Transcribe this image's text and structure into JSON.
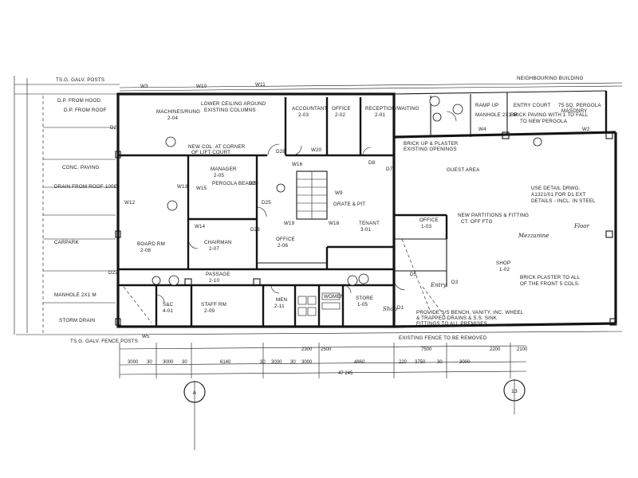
{
  "title_block": {
    "grid_a": "A",
    "grid_13": "13",
    "overall_dimension": "47 245"
  },
  "rooms": {
    "machines": "MACHINES/RUNG",
    "machines_no": "2-04",
    "accountant": "ACCOUNTANT",
    "accountant_no": "2-03",
    "office_a": "OFFICE",
    "office_a_no": "2-02",
    "reception": "RECEPTION/WAITING",
    "reception_no": "2-01",
    "manager": "MANAGER",
    "manager_no": "2-05",
    "board": "BOARD RM",
    "board_no": "2-08",
    "chairman": "CHAIRMAN",
    "chairman_no": "2-07",
    "office_b": "OFFICE",
    "office_b_no": "2-06",
    "passage": "PASSAGE",
    "passage_no": "2-10",
    "staff": "STAFF RM",
    "staff_no": "2-09",
    "src": "S&C",
    "src_no": "4-01",
    "men": "MEN",
    "men_no": "2-11",
    "women": "WOMEN",
    "store": "STORE",
    "store_no": "1-05",
    "tenant": "TENANT",
    "tenant_no": "3-01",
    "office_c": "OFFICE",
    "office_c_no": "1-03",
    "shop": "SHOP",
    "shop_no": "1-02",
    "guest": "GUEST AREA",
    "entry": "ENTRY COURT",
    "carpark": "CARPARK",
    "ramp": "RAMP UP"
  },
  "notes": {
    "ts_top": "TS.G. GALV. POSTS",
    "dr_from_hood": "D.P. FROM HOOD",
    "dr_new": "D.P. FROM ROOF",
    "lower_ceiling": "LOWER CEILING AROUND",
    "lower_ceiling_2": "EXISTING COLUMNS",
    "new_col": "NEW COL. AT CORNER",
    "new_col_2": "OF LIFT COURT",
    "conc_paving": "CONC. PAVING",
    "drain": "DRAIN FROM ROOF 100Ø",
    "pergola": "PERGOLA BEAMS",
    "grate": "GRATE & PIT",
    "new_partitions": "NEW PARTITIONS & FITTING",
    "new_partitions_2": "CT. OFF FTG",
    "detail": "USE DETAIL DRWG.",
    "detail_2": "A1321/01 FOR D1 EXT",
    "detail_3": "DETAILS - INCL. IN STEEL",
    "brick_plaster": "BRICK PLASTER TO ALL",
    "brick_plaster_2": "OF THE FRONT 5 COLS.",
    "storm_drain": "STORM DRAIN",
    "manhole": "MANHOLE 2X1 M",
    "ts_bottom": "TS.G. GALV. FENCE POSTS",
    "existing_bottom": "EXISTING FENCE TO BE REMOVED",
    "neighbouring": "NEIGHBOURING BUILDING",
    "provide_bench": "PROVIDE S/S BENCH, VANITY, INC. WHEEL",
    "provide_bench_2": "& TRAPPED DRAINS & S.S. SINK",
    "provide_bench_3": "FITTINGS TO ALL PREMISES",
    "brick_existing": "BRICK UP & PLASTER",
    "brick_existing_2": "EXISTING OPENINGS",
    "ramp_note": "MANHOLE 2X1 M",
    "entry_note": "BRICK PAVING WITH 1 TO FALL",
    "entry_note_2": "TO NEW PERGOLA",
    "nw_cnr": "75 SQ. PERGOLA",
    "nw_cnr_2": "MASONRY"
  },
  "handwritten": {
    "h1": "Mezzanine",
    "h2": "Floor",
    "h3": "Shop",
    "h4": "Entry"
  },
  "dimensions_top": [
    "3000",
    "30",
    "3000",
    "30",
    "6140",
    "30",
    "3000",
    "30",
    "3000",
    "4860",
    "220",
    "3750",
    "30",
    "3000"
  ],
  "dimensions_mid": [
    "2300",
    "2500",
    "7500",
    "2200",
    "2100"
  ],
  "markers": {
    "w3": "W3",
    "w10": "W10",
    "w11": "W11",
    "w4": "W4",
    "w2": "W2",
    "w12": "W12",
    "w13": "W13",
    "w14": "W14",
    "w15": "W15",
    "w9": "W9",
    "w16": "W16",
    "w18": "W18",
    "w19": "W19",
    "w20": "W20",
    "w5": "W5",
    "d1": "D1",
    "d3": "D3",
    "d7": "D7",
    "d22": "D22",
    "d23": "D23",
    "d25": "D25",
    "d26": "D26",
    "d27": "D27",
    "d28": "D28",
    "d8": "D8",
    "d5": "D5"
  }
}
